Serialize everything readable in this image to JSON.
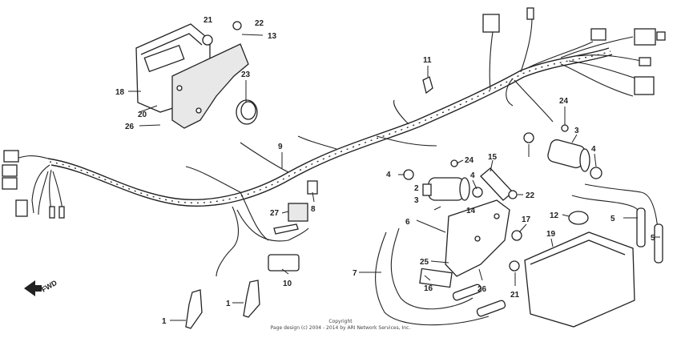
{
  "diagram": {
    "fwd_label": "FWD",
    "copyright_line1": "Copyright",
    "copyright_line2": "Page design (c) 2004 - 2014 by ARI Network Services, Inc.",
    "callouts": [
      "21",
      "22",
      "13",
      "18",
      "23",
      "20",
      "26",
      "11",
      "24",
      "3",
      "4",
      "9",
      "2",
      "3",
      "4",
      "24",
      "15",
      "4",
      "22",
      "8",
      "27",
      "14",
      "6",
      "17",
      "12",
      "5",
      "19",
      "5",
      "7",
      "25",
      "16",
      "26",
      "10",
      "21",
      "1",
      "1"
    ]
  }
}
